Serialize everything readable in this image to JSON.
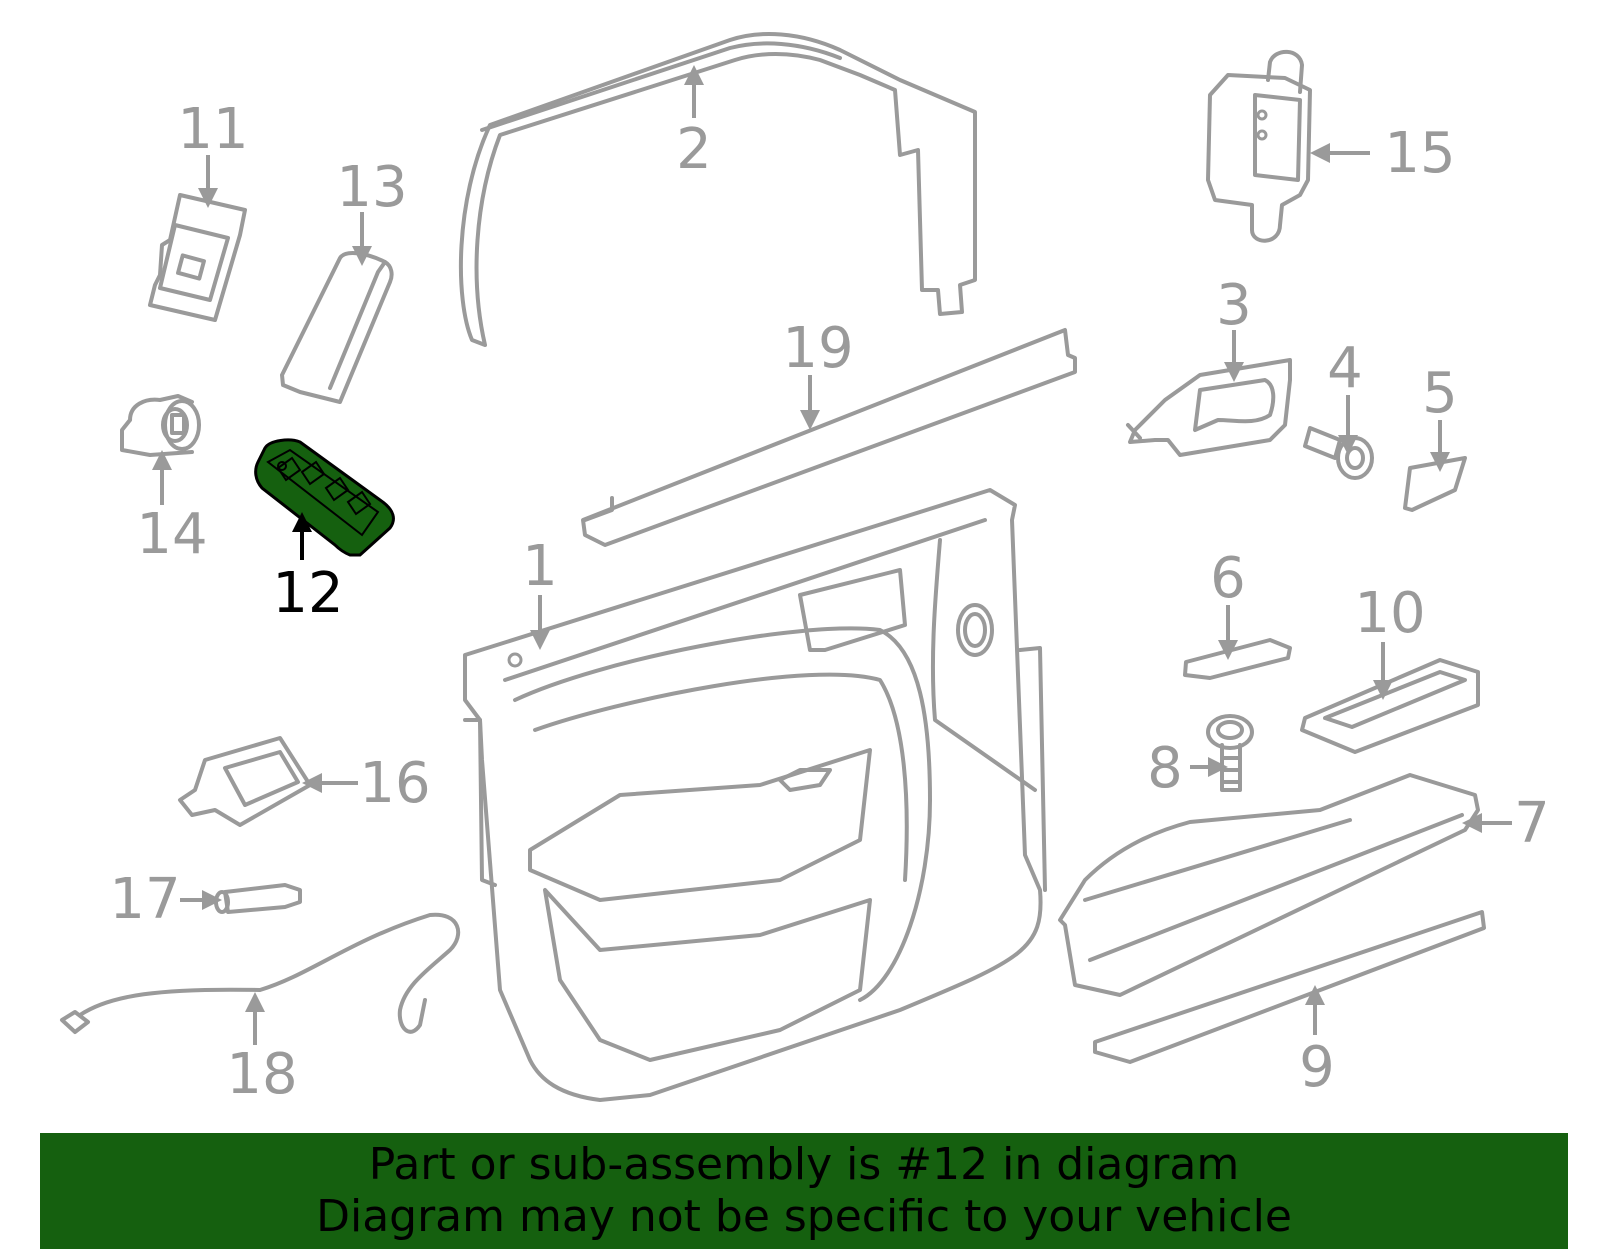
{
  "highlight_color": "#15600f",
  "callouts": {
    "c1": "1",
    "c2": "2",
    "c3": "3",
    "c4": "4",
    "c5": "5",
    "c6": "6",
    "c7": "7",
    "c8": "8",
    "c9": "9",
    "c10": "10",
    "c11": "11",
    "c12": "12",
    "c13": "13",
    "c14": "14",
    "c15": "15",
    "c16": "16",
    "c17": "17",
    "c18": "18",
    "c19": "19"
  },
  "banner": {
    "line1": "Part or sub-assembly is #12 in diagram",
    "line2": "Diagram may not be specific to your vehicle"
  }
}
